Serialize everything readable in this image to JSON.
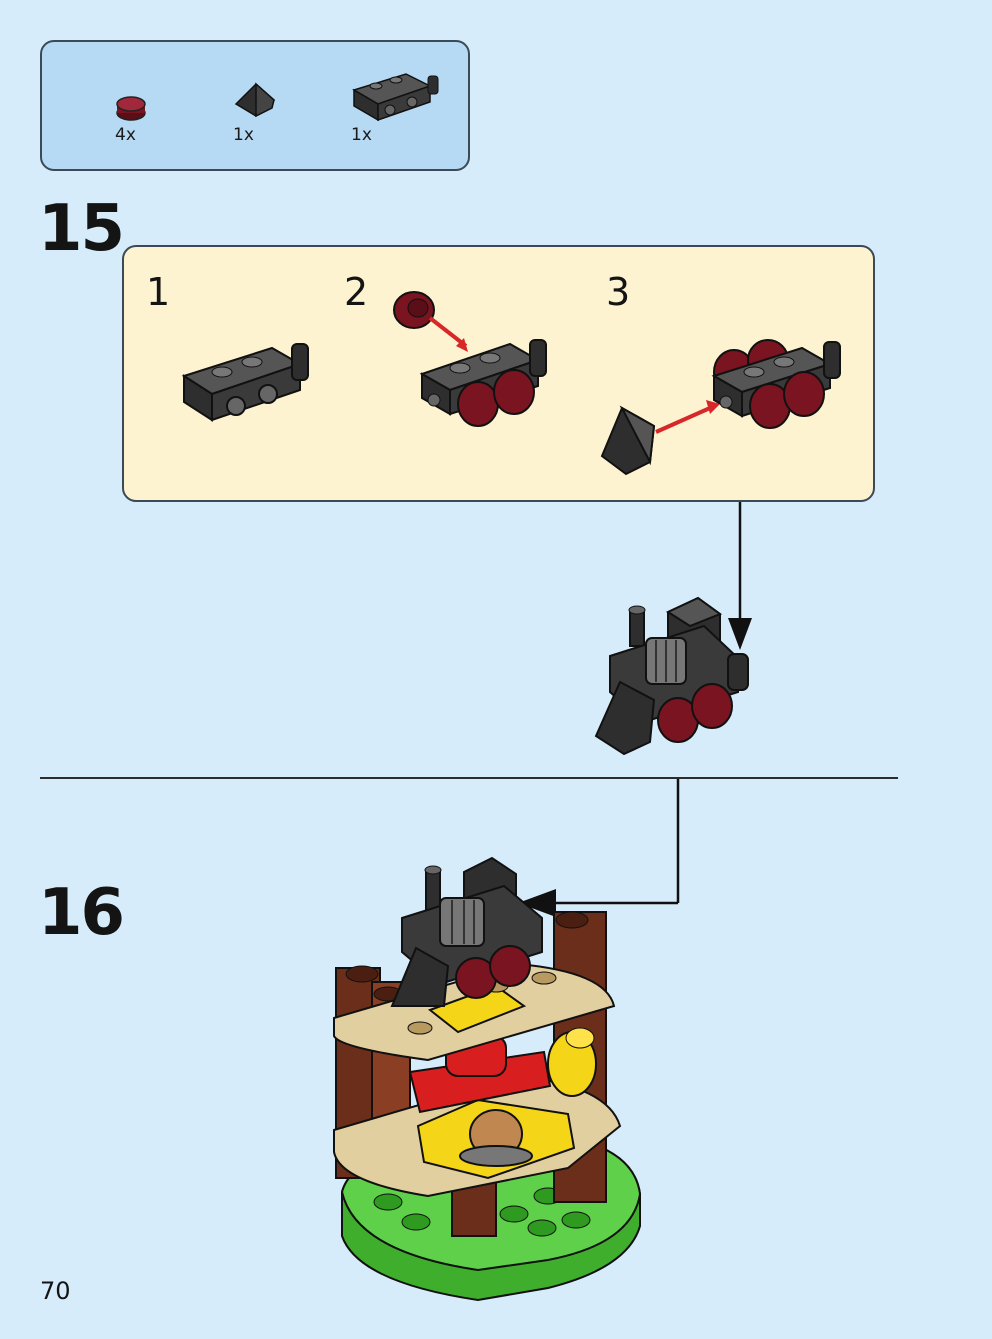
{
  "parts_list": {
    "items": [
      {
        "name": "round-tile-dark-red",
        "count": "4x"
      },
      {
        "name": "slope-black",
        "count": "1x"
      },
      {
        "name": "black-brick-with-studs",
        "count": "1x"
      }
    ]
  },
  "steps": [
    {
      "number": "15",
      "substeps": [
        "1",
        "2",
        "3"
      ]
    },
    {
      "number": "16"
    }
  ],
  "page_number": "70",
  "colors": {
    "background": "#d6ecfa",
    "parts_box": "#b6daf4",
    "substep_box": "#fdf3d0",
    "arrow_red": "#d62828",
    "brick_dark_red": "#7a1420",
    "brick_black": "#2e2e2e",
    "brick_brown": "#6b2e1a",
    "brick_green": "#4cbf3a",
    "brick_yellow": "#f5d518",
    "brick_red": "#d81e1e",
    "brick_tan": "#e2cfa0"
  }
}
